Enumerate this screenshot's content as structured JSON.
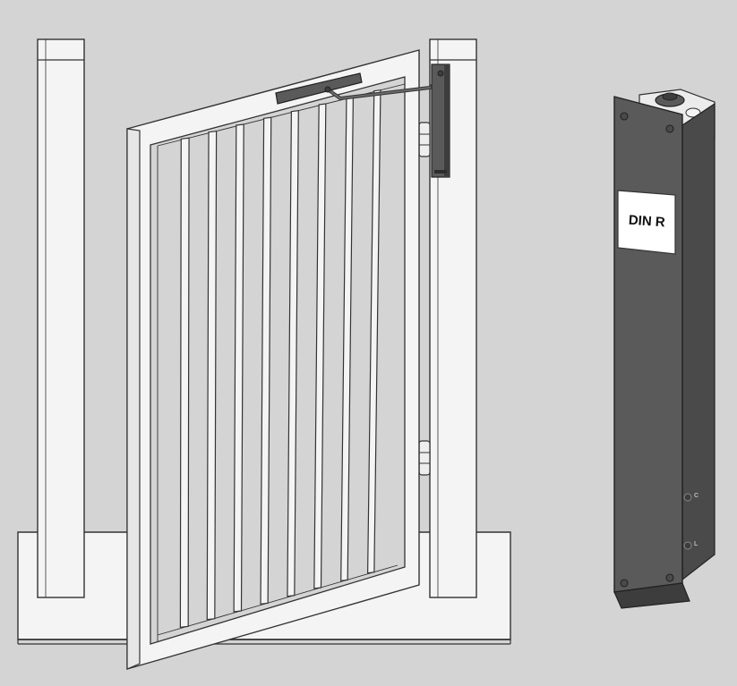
{
  "diagram": {
    "closer_label": "DIN R",
    "adjust_marks": [
      "C",
      "L"
    ],
    "colors": {
      "background": "#d4d4d4",
      "structure_fill": "#f4f4f4",
      "outline": "#333333",
      "closer_body": "#5a5a5a",
      "closer_dark": "#3d3d3d",
      "label_bg": "#ffffff"
    },
    "bar_count": 8
  }
}
